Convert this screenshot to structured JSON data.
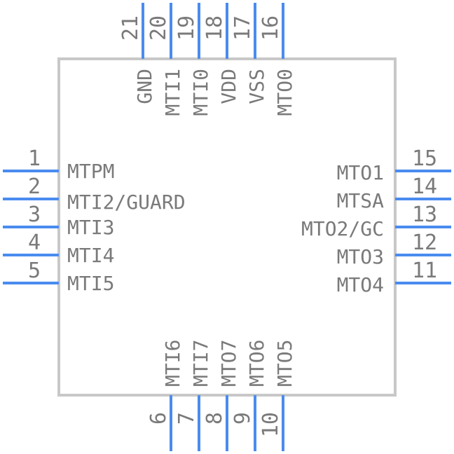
{
  "component": {
    "body_color": "#c8c8c8",
    "pin_color": "#4a8cf0",
    "text_color": "#7a7a7a"
  },
  "pins": {
    "left": [
      {
        "number": "1",
        "name": "MTPM"
      },
      {
        "number": "2",
        "name": "MTI2/GUARD"
      },
      {
        "number": "3",
        "name": "MTI3"
      },
      {
        "number": "4",
        "name": "MTI4"
      },
      {
        "number": "5",
        "name": "MTI5"
      }
    ],
    "right": [
      {
        "number": "15",
        "name": "MTO1"
      },
      {
        "number": "14",
        "name": "MTSA"
      },
      {
        "number": "13",
        "name": "MTO2/GC"
      },
      {
        "number": "12",
        "name": "MTO3"
      },
      {
        "number": "11",
        "name": "MTO4"
      }
    ],
    "top": [
      {
        "number": "21",
        "name": ""
      },
      {
        "number": "20",
        "name": "GND"
      },
      {
        "number": "19",
        "name": "MTI1"
      },
      {
        "number": "18",
        "name": "MTI0"
      },
      {
        "number": "17",
        "name": "VDD"
      },
      {
        "number": "16",
        "name": "VSS"
      }
    ],
    "top_extra_label": "MTO0",
    "bottom": [
      {
        "number": "6",
        "name": "MTI6"
      },
      {
        "number": "7",
        "name": "MTI7"
      },
      {
        "number": "8",
        "name": "MTO7"
      },
      {
        "number": "9",
        "name": "MTO6"
      },
      {
        "number": "10",
        "name": "MTO5"
      }
    ]
  }
}
